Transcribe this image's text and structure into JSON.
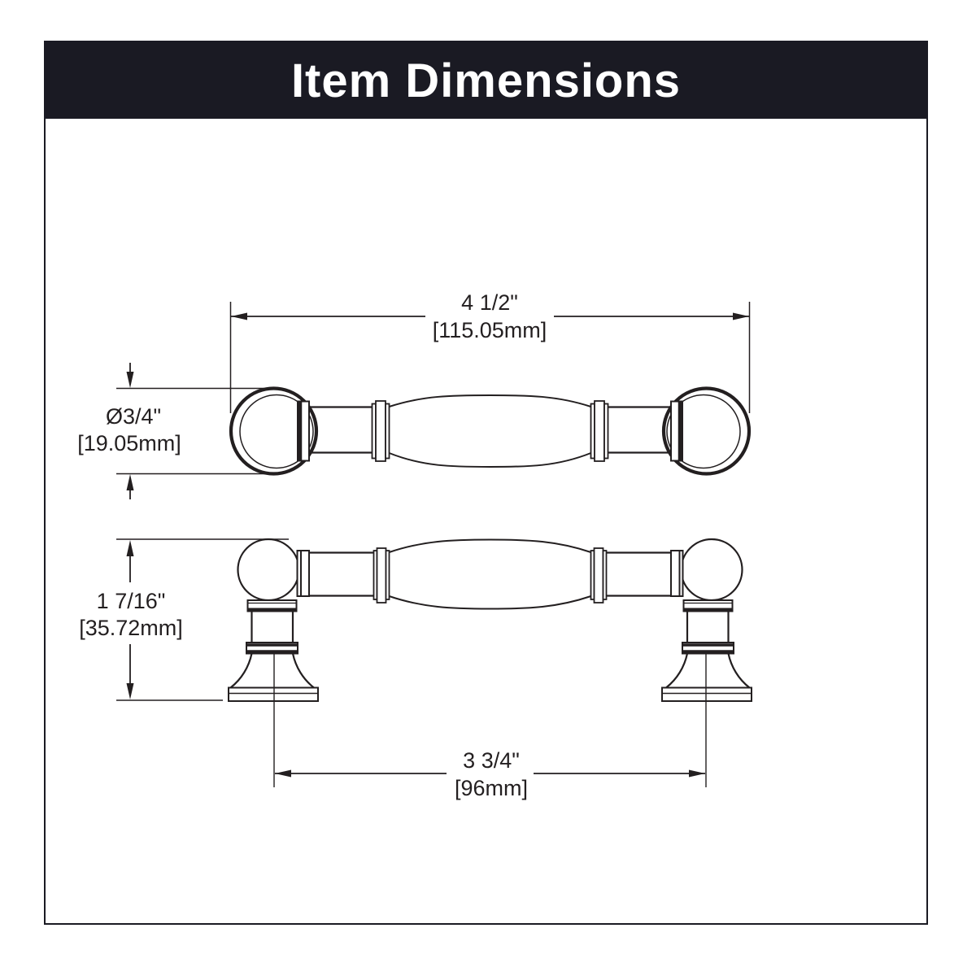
{
  "header": {
    "title": "Item Dimensions"
  },
  "dimensions": {
    "length": {
      "inches": "4 1/2\"",
      "mm": "[115.05mm]"
    },
    "diameter": {
      "inches": "Ø3/4\"",
      "mm": "[19.05mm]"
    },
    "height": {
      "inches": "1 7/16\"",
      "mm": "[35.72mm]"
    },
    "spacing": {
      "inches": "3 3/4\"",
      "mm": "[96mm]"
    }
  },
  "colors": {
    "header_bg": "#1a1a23",
    "header_text": "#ffffff",
    "line": "#231f20"
  }
}
